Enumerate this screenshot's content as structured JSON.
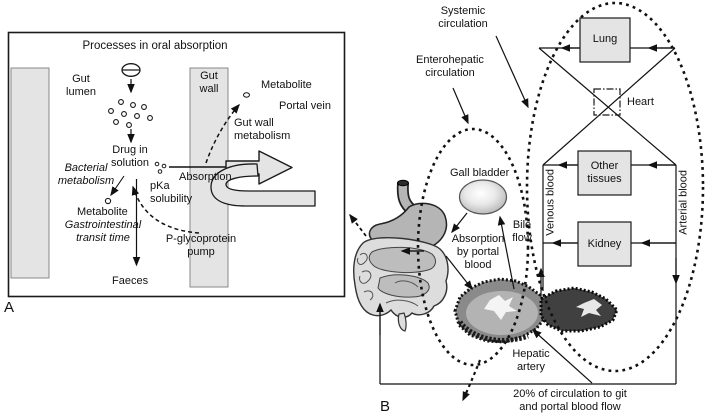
{
  "panel_a": {
    "label": "A",
    "title": "Processes in oral absorption",
    "gut_lumen": "Gut\nlumen",
    "gut_wall": "Gut\nwall",
    "drug_in_solution": "Drug in\nsolution",
    "absorption": "Absorption",
    "metabolite_top": "Metabolite",
    "portal_vein": "Portal vein",
    "gut_wall_metabolism": "Gut wall\nmetabolism",
    "bacterial_metabolism": "Bacterial\nmetabolism",
    "metabolite_left": "Metabolite",
    "pka_solubility": "pKa\nsolubility",
    "p_glycoprotein_pump": "P-glycoprotein\npump",
    "gastrointestinal_transit_time": "Gastrointestinal\ntransit time",
    "faeces": "Faeces"
  },
  "panel_b": {
    "label": "B",
    "systemic_circulation": "Systemic\ncirculation",
    "enterohepatic_circulation": "Enterohepatic\ncirculation",
    "gall_bladder": "Gall bladder",
    "lung": "Lung",
    "heart": "Heart",
    "other_tissues": "Other\ntissues",
    "kidney": "Kidney",
    "venous_blood": "Venous blood",
    "arterial_blood": "Arterial blood",
    "bile_flow": "Bile\nflow",
    "absorption_by_portal_blood": "Absorption\nby portal\nblood",
    "hepatic_artery": "Hepatic\nartery",
    "caption": "20% of circulation to git\nand portal blood flow"
  },
  "colors": {
    "box_fill": "#e4e4e4",
    "outline": "#1a1a1a",
    "organ_mid_gray": "#b5b5b5",
    "intestine_light": "#dddddd",
    "liver_dark": "#404040"
  }
}
